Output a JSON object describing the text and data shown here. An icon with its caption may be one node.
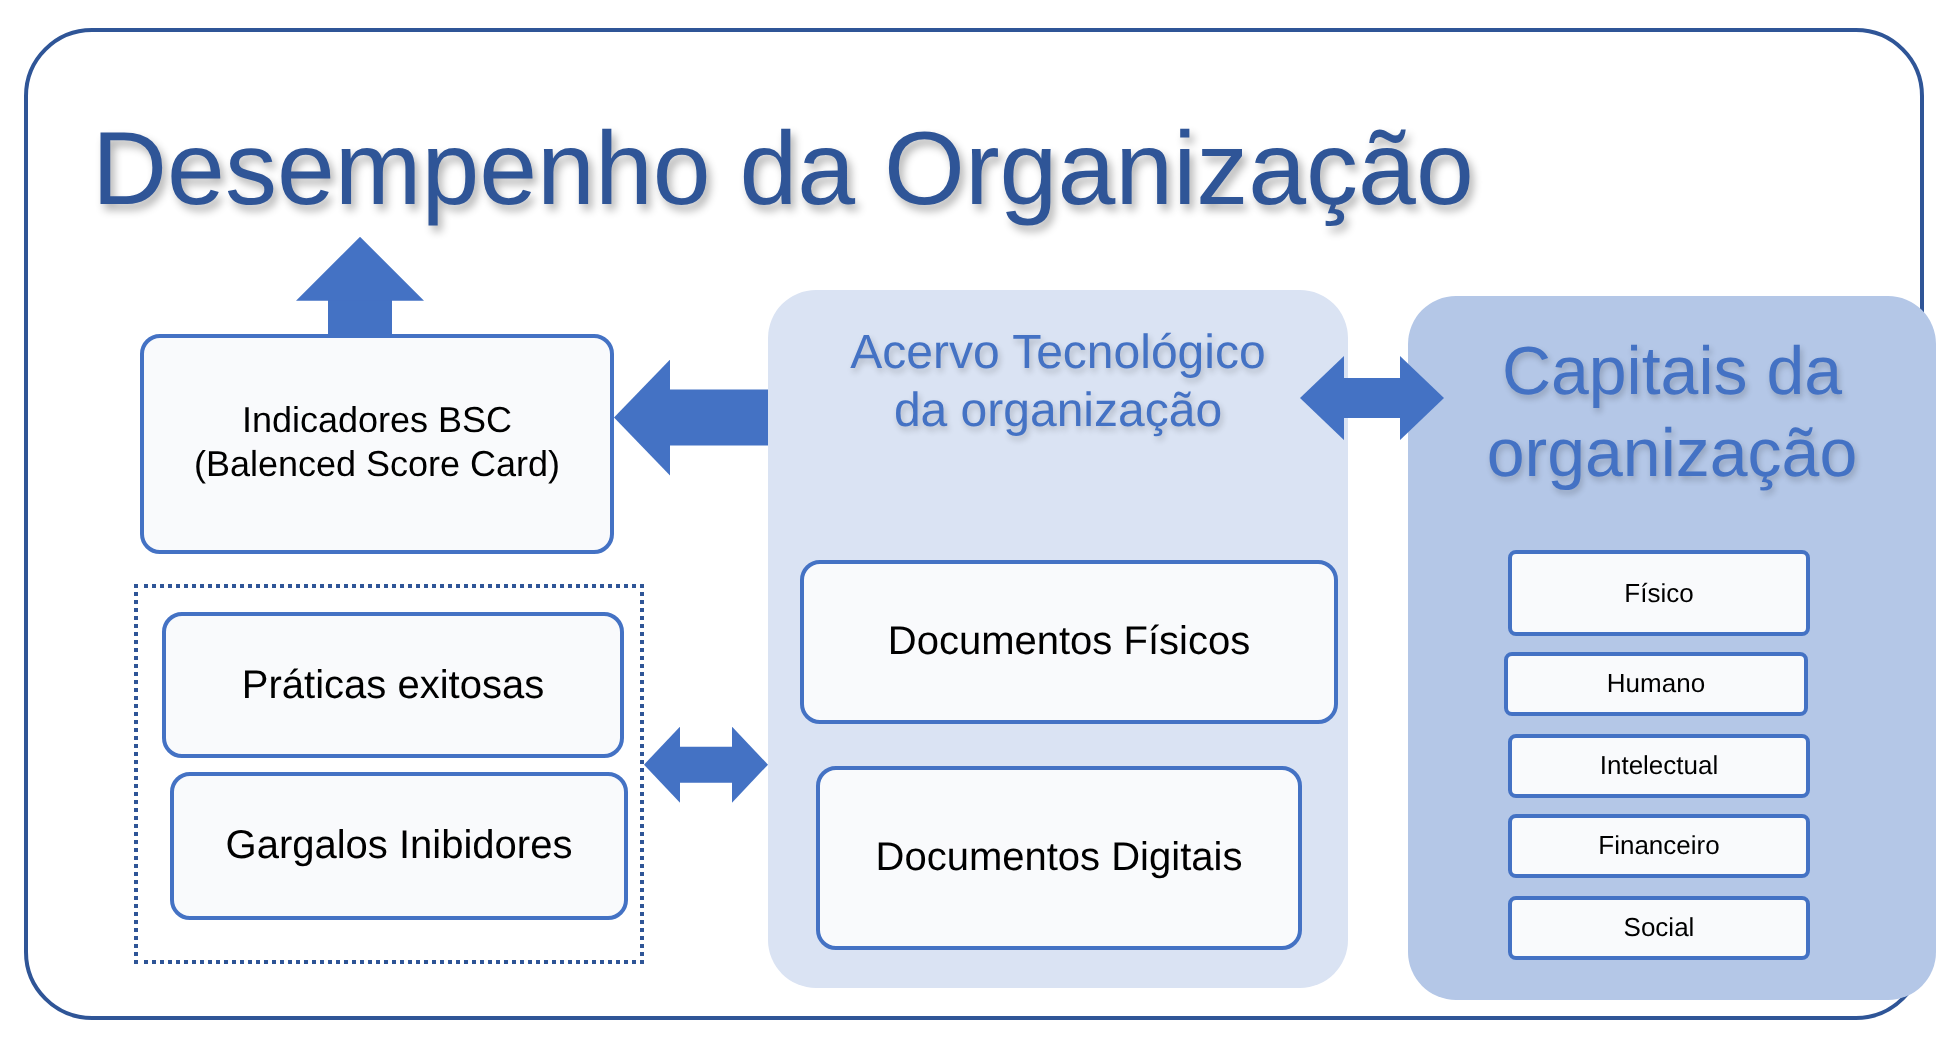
{
  "diagram": {
    "nodes": [
      {
        "text": [
          "Desempenho da Organização"
        ]
      },
      {
        "text": [
          "Indicadores BSC (Balenced Score Card)"
        ],
        "in": 0
      },
      {
        "text": [],
        "shape": "box",
        "in": 0
      },
      {
        "text": [
          "Práticas exitosas"
        ],
        "in": 2
      },
      {
        "text": [
          "Gargalos Inibidores"
        ],
        "in": 2
      },
      {
        "text": [
          "Acervo Tecnológico da organização"
        ],
        "in": 0
      },
      {
        "text": [
          "Documentos Físicos"
        ],
        "in": 5
      },
      {
        "text": [
          "Documentos Digitais"
        ],
        "in": 5
      },
      {
        "text": [
          "Capitais da organização"
        ],
        "in": 0
      },
      {
        "text": [
          "Físico"
        ],
        "in": 8
      },
      {
        "text": [
          "Humano"
        ],
        "in": 8
      },
      {
        "text": [
          "Intelectual"
        ],
        "in": 8
      },
      {
        "text": [
          "Financeiro"
        ],
        "in": 8
      },
      {
        "text": [
          "Social"
        ],
        "in": 8
      }
    ],
    "edges": [
      {
        "from": 1,
        "to": 0,
        "arrow": "to"
      },
      {
        "from": 5,
        "to": 1,
        "arrow": "to"
      },
      {
        "from": 5,
        "to": 8,
        "arrow": "both"
      },
      {
        "from": 2,
        "to": 5,
        "arrow": "both"
      }
    ]
  }
}
